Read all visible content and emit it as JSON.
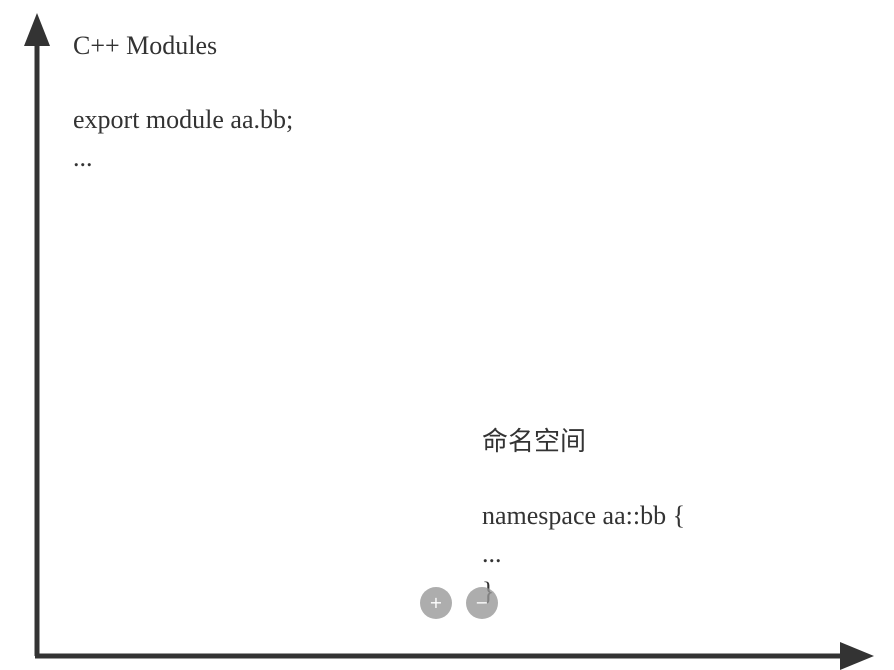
{
  "diagram": {
    "quadrant_top_left": {
      "title": "C++ Modules",
      "code_line_1": "export module aa.bb;",
      "code_line_2": "..."
    },
    "quadrant_bottom_right": {
      "title": "命名空间",
      "code_line_1": "namespace aa::bb {",
      "code_line_2": "...",
      "code_line_3": "}"
    },
    "axis_color": "#333333"
  },
  "zoom_controls": {
    "zoom_in_label": "+",
    "zoom_out_label": "−"
  }
}
